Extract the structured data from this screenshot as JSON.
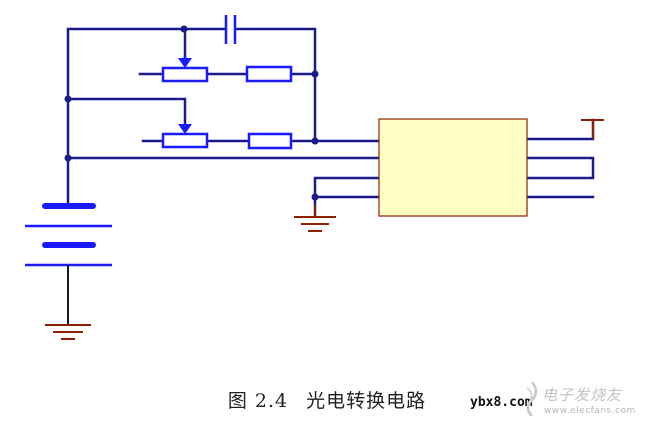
{
  "caption": {
    "figure_number": "图 2.4",
    "title": "光电转换电路"
  },
  "watermark": {
    "site_text": "ybx8.com",
    "brand_text": "电子发烧友",
    "domain_text": "www.elecfans.com"
  },
  "colors": {
    "wire": "#1a1a8a",
    "component": "#1a1aff",
    "ground": "#8b2000",
    "ic_fill": "#ffffc4",
    "ic_border": "#8b2000",
    "caption_text": "#222222"
  },
  "icons": [
    "capacitor-icon",
    "potentiometer-icon",
    "resistor-icon",
    "ground-icon",
    "battery-icon",
    "supply-tee-icon",
    "elecfans-logo-icon"
  ]
}
